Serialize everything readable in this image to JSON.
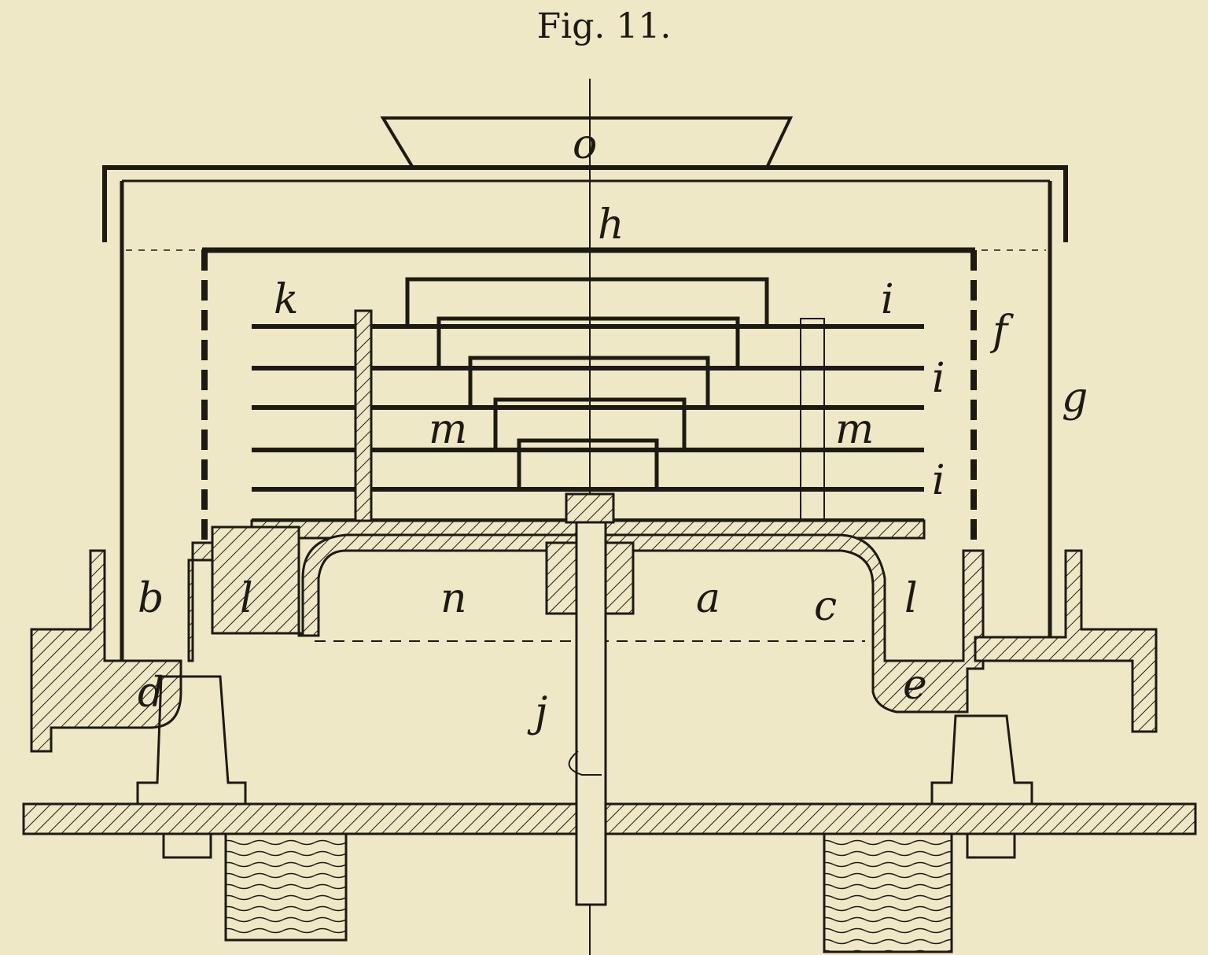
{
  "figure": {
    "caption": "Fig. 11.",
    "labels": {
      "o": "o",
      "h": "h",
      "k": "k",
      "i1": "i",
      "f": "f",
      "g": "g",
      "i2": "i",
      "m1": "m",
      "m2": "m",
      "i3": "i",
      "l1": "l",
      "l2": "l",
      "b": "b",
      "n": "n",
      "a": "a",
      "c": "c",
      "d": "d",
      "e": "e",
      "j": "j"
    }
  },
  "colors": {
    "paper": "#efe8c6",
    "ink": "#1d1a14"
  }
}
